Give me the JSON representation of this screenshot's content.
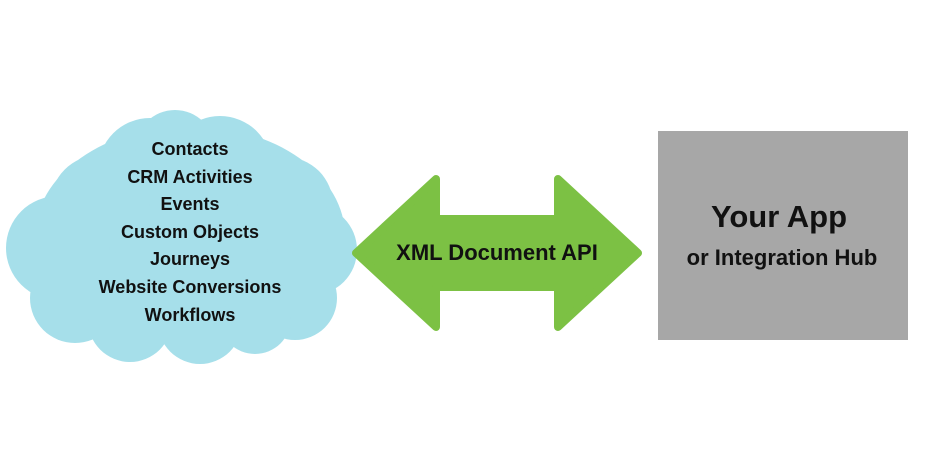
{
  "cloud": {
    "items": [
      "Contacts",
      "CRM Activities",
      "Events",
      "Custom Objects",
      "Journeys",
      "Website Conversions",
      "Workflows"
    ],
    "color": "#a6dfea"
  },
  "arrow": {
    "label": "XML Document API",
    "color": "#7cc144"
  },
  "app_box": {
    "title": "Your App",
    "subtitle": "or Integration Hub",
    "color": "#a7a7a7"
  }
}
